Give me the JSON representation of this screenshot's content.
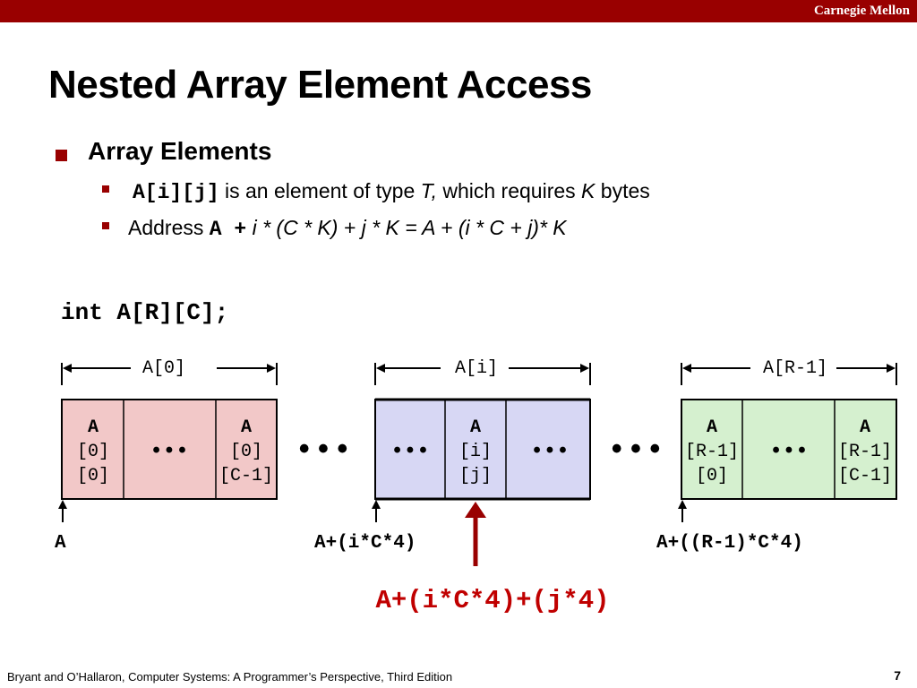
{
  "header": {
    "brand": "Carnegie Mellon"
  },
  "slide": {
    "title": "Nested Array Element Access",
    "bullet1": "Array Elements",
    "bullet2_code": "A[i][j]",
    "bullet2_text": "is an element of type",
    "bullet2_T": "T,",
    "bullet2_text2": "which requires",
    "bullet2_K": "K",
    "bullet2_text3": "bytes",
    "bullet3_text": "Address",
    "bullet3_code": "A +",
    "bullet3_formula": "i * (C * K) +  j * K = A + (i * C +  j)* K",
    "declaration": "int A[R][C];"
  },
  "diagram": {
    "row_labels": [
      "A[0]",
      "A[i]",
      "A[R-1]"
    ],
    "cells_row0_first": [
      "A",
      "[0]",
      "[0]"
    ],
    "cells_row0_last": [
      "A",
      "[0]",
      "[C-1]"
    ],
    "cells_rowi_mid": [
      "A",
      "[i]",
      "[j]"
    ],
    "cells_rowR_first": [
      "A",
      "[R-1]",
      "[0]"
    ],
    "cells_rowR_last": [
      "A",
      "[R-1]",
      "[C-1]"
    ],
    "ellipsis": "•••",
    "big_dots": "• • •",
    "addr_A": "A",
    "addr_Ai": "A+(i*C*4)",
    "addr_AR": "A+((R-1)*C*4)",
    "addr_elem": "A+(i*C*4)+(j*4)",
    "colors": {
      "row0": "#f2c8c8",
      "rowi": "#d7d7f4",
      "rowR": "#d5f0cf",
      "accent": "#990000",
      "highlight": "#c00000"
    }
  },
  "footer": {
    "citation": "Bryant and O’Hallaron, Computer Systems: A Programmer’s Perspective, Third Edition",
    "page": "7"
  }
}
